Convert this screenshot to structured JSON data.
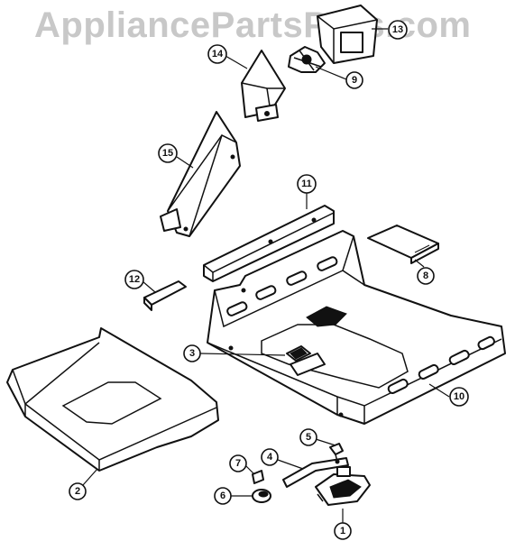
{
  "watermark": "AppliancePartsPros.com",
  "callouts": [
    {
      "id": "c1",
      "label": "1"
    },
    {
      "id": "c2",
      "label": "2"
    },
    {
      "id": "c3",
      "label": "3"
    },
    {
      "id": "c4",
      "label": "4"
    },
    {
      "id": "c5",
      "label": "5"
    },
    {
      "id": "c6",
      "label": "6"
    },
    {
      "id": "c7",
      "label": "7"
    },
    {
      "id": "c8",
      "label": "8"
    },
    {
      "id": "c9",
      "label": "9"
    },
    {
      "id": "c10",
      "label": "10"
    },
    {
      "id": "c11",
      "label": "11"
    },
    {
      "id": "c12",
      "label": "12"
    },
    {
      "id": "c13",
      "label": "13"
    },
    {
      "id": "c14",
      "label": "14"
    },
    {
      "id": "c15",
      "label": "15"
    }
  ]
}
